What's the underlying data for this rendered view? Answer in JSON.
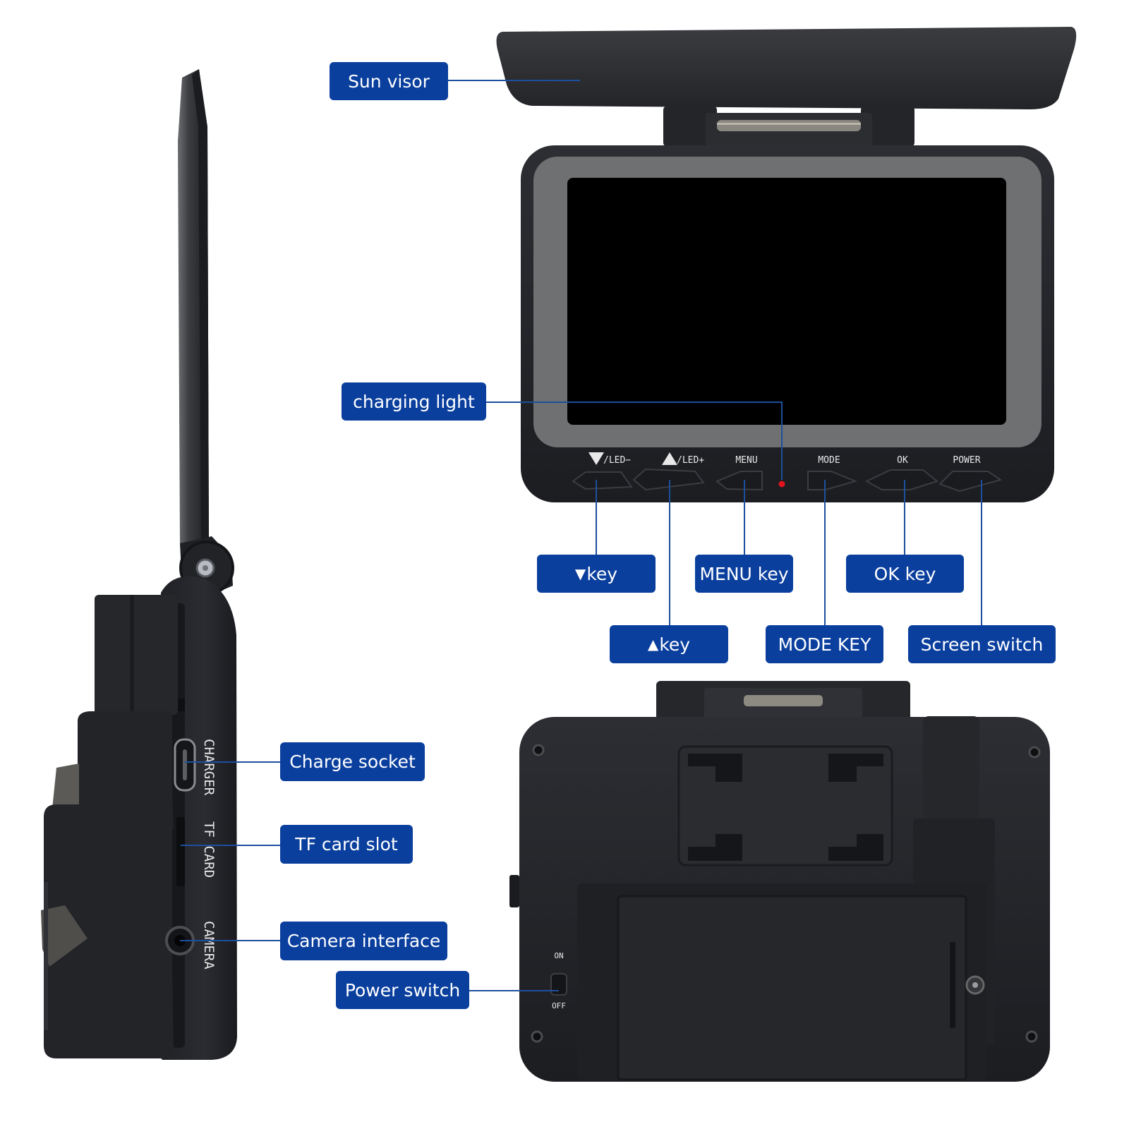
{
  "callouts": {
    "sun_visor": "Sun visor",
    "charging_light": "charging light",
    "down_key": "key",
    "menu_key": "MENU key",
    "ok_key": "OK key",
    "up_key": "key",
    "mode_key": "MODE KEY",
    "screen_switch": "Screen switch",
    "charge_socket": "Charge socket",
    "tf_card_slot": "TF card slot",
    "camera_interface": "Camera interface",
    "power_switch": "Power switch"
  },
  "device": {
    "buttons": {
      "led_minus": "/LED−",
      "led_plus": "/LED+",
      "menu": "MENU",
      "mode": "MODE",
      "ok": "OK",
      "power": "POWER"
    },
    "side_labels": {
      "charger": "CHARGER",
      "tf_card": "TF  CARD",
      "camera": "CAMERA"
    },
    "switch_labels": {
      "on": "ON",
      "off": "OFF"
    }
  },
  "colors": {
    "callout_bg": "#0a3f9e",
    "callout_text": "#ffffff",
    "leader_line": "#1d4f9e",
    "device_body": "#232529",
    "indicator_light": "#e0141e"
  }
}
